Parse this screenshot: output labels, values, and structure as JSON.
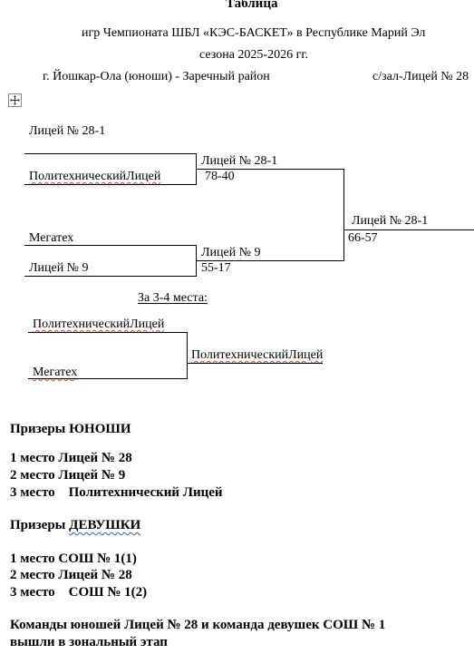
{
  "header": {
    "title": "Таблица",
    "line1": "игр Чемпионата ШБЛ «КЭС-БАСКЕТ» в Республике Марий Эл",
    "line2": "сезона 2025-2026 гг.",
    "city": "г. Йошкар-Ола (юноши) - Заречный район",
    "venue": "с/зал-Лицей № 28"
  },
  "bracket": {
    "seed_top": "Лицей № 28-1",
    "r1_team_a": "ПолитехническийЛицей",
    "r1_team_b": "Мегатех",
    "r1_team_c": "Лицей № 9",
    "sf1_winner": "Лицей № 28-1",
    "sf1_score": "78-40",
    "sf2_winner": "Лицей № 9",
    "sf2_score": "55-17",
    "final_winner": "Лицей № 28-1",
    "final_score": "66-57"
  },
  "third_place": {
    "title": "За 3-4 места:",
    "team_a": "ПолитехническийЛицей",
    "team_b": "Мегатех",
    "winner": "ПолитехническийЛицей"
  },
  "prizes_boys": {
    "heading": "Призеры ЮНОШИ",
    "first": "1 место Лицей № 28",
    "second": "2 место Лицей № 9",
    "third": "3 место    Политехнический Лицей"
  },
  "prizes_girls": {
    "heading_prefix": "Призеры ",
    "heading_word": "ДЕВУШКИ",
    "first": "1 место СОШ № 1(1)",
    "second": "2 место Лицей № 28",
    "third": "3 место    СОШ № 1(2)"
  },
  "footer": {
    "line1": "Команды юношей Лицей № 28 и команда девушек СОШ № 1",
    "line2": "вышли в зональный этап"
  },
  "icons": {
    "table_handle": "move-arrows-icon"
  }
}
